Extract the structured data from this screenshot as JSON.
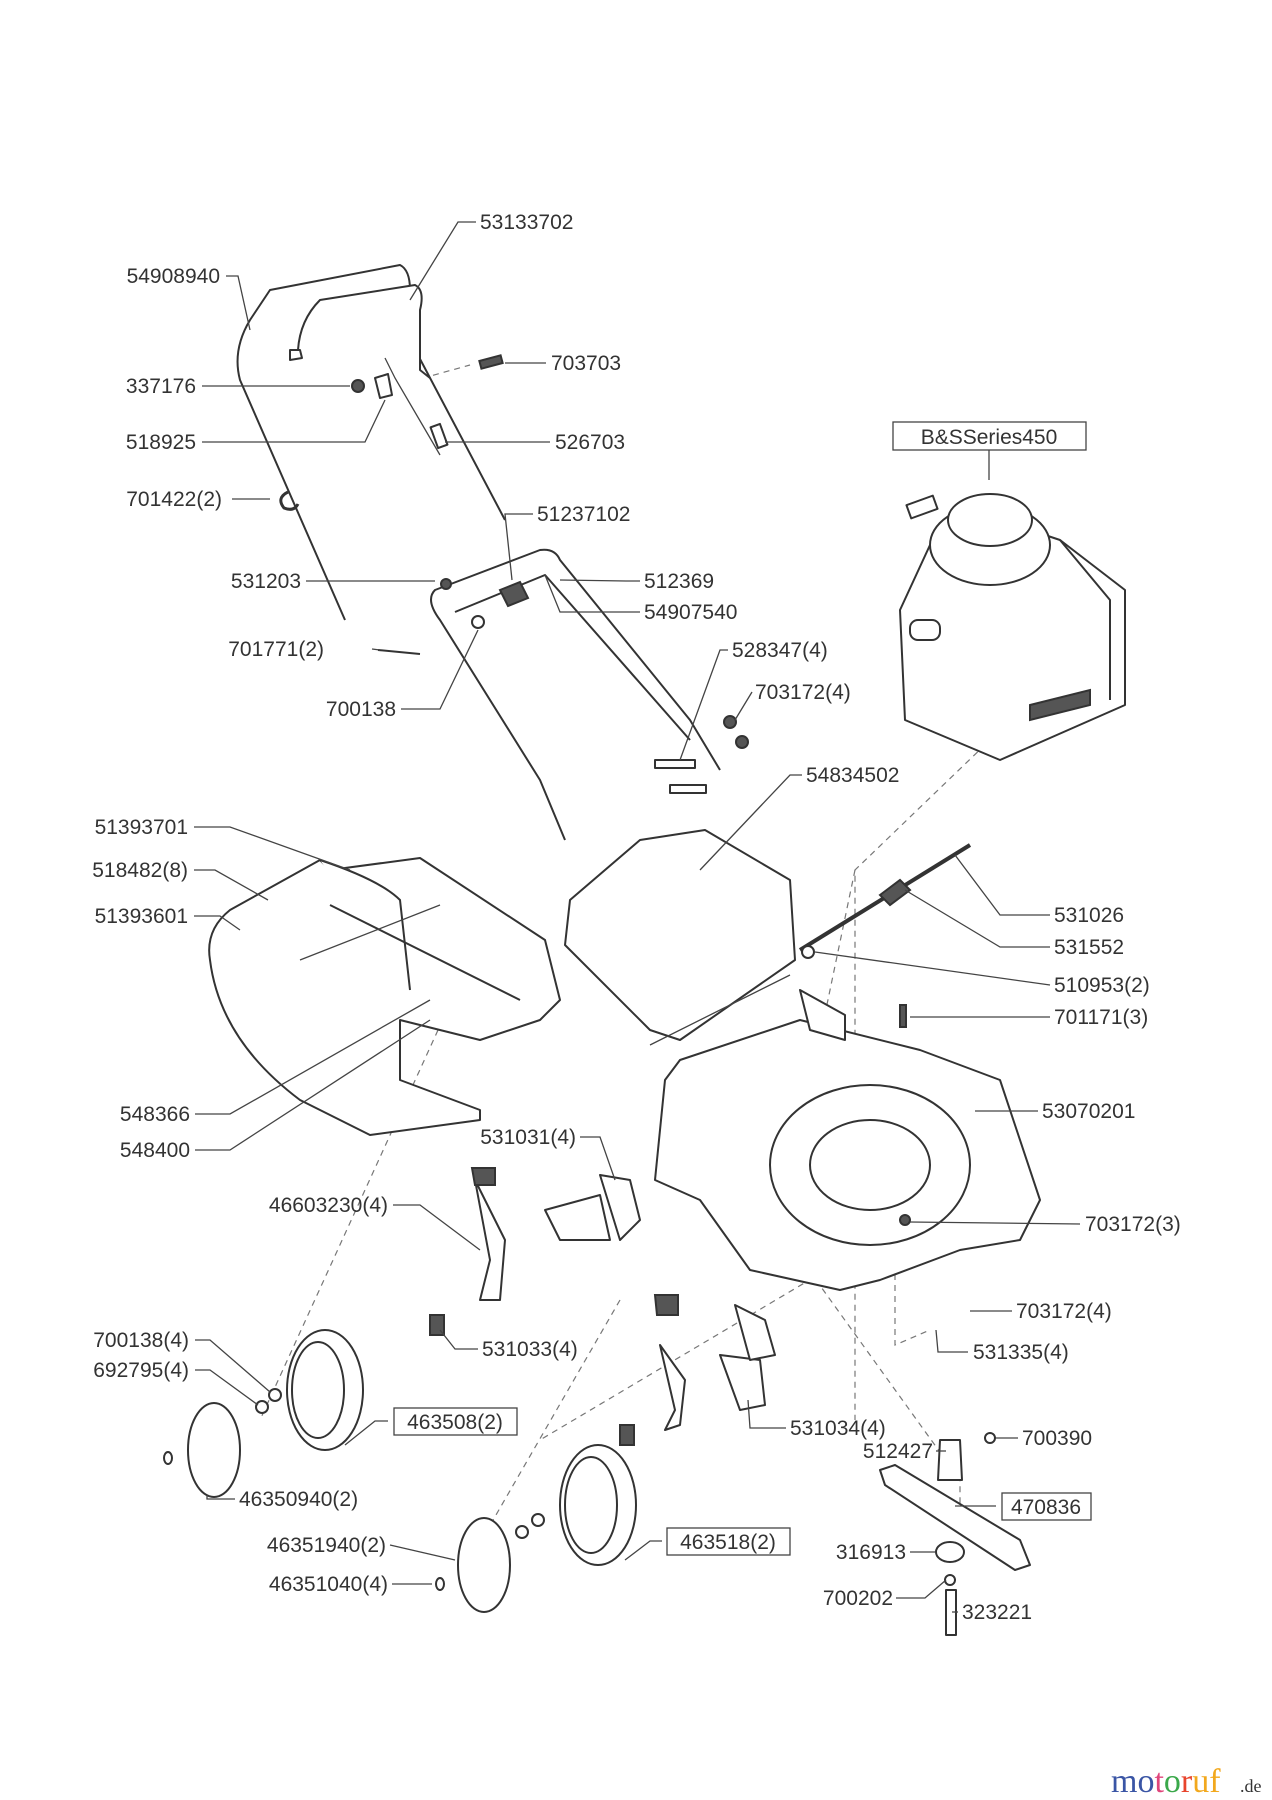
{
  "diagram": {
    "engine_label": "B&SSeries450",
    "labels": [
      "53133702",
      "54908940",
      "703703",
      "337176",
      "518925",
      "526703",
      "701422(2)",
      "51237102",
      "531203",
      "512369",
      "54907540",
      "701771(2)",
      "528347(4)",
      "703172(4)",
      "700138",
      "54834502",
      "51393701",
      "518482(8)",
      "51393601",
      "531026",
      "531552",
      "510953(2)",
      "701171(3)",
      "548366",
      "53070201",
      "548400",
      "531031(4)",
      "46603230(4)",
      "703172(3)",
      "703172(4)",
      "700138(4)",
      "531033(4)",
      "531335(4)",
      "692795(4)",
      "463508(2)",
      "531034(4)",
      "512427",
      "700390",
      "46350940(2)",
      "470836",
      "463518(2)",
      "46351940(2)",
      "316913",
      "46351040(4)",
      "700202",
      "323221"
    ]
  },
  "watermark": {
    "letters": [
      "m",
      "o",
      "t",
      "o",
      "r",
      "u",
      "f"
    ],
    "colors": [
      "#3a55a5",
      "#3a55a5",
      "#e0457b",
      "#3aa84a",
      "#e8442c",
      "#f2a81d",
      "#f2a81d"
    ],
    "suffix": ".de"
  }
}
